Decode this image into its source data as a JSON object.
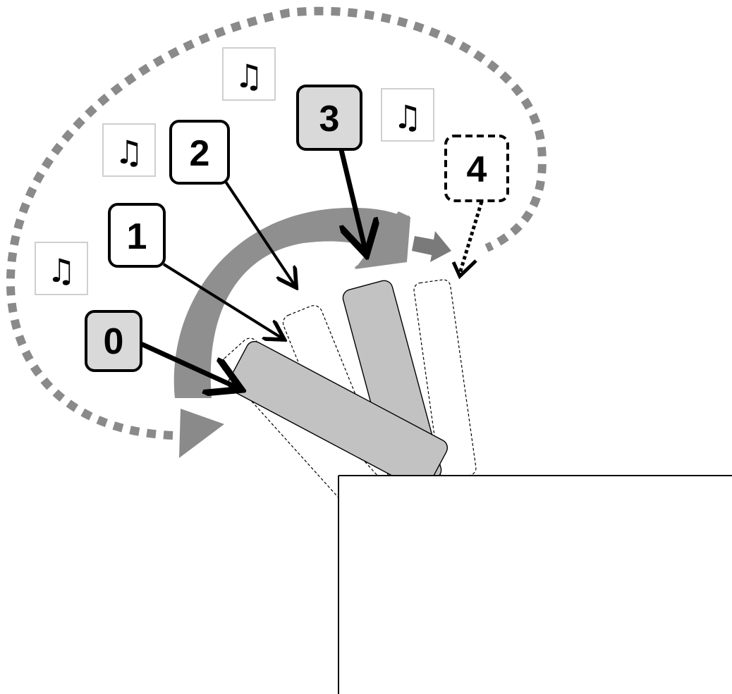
{
  "labels": {
    "step0": "0",
    "step1": "1",
    "step2": "2",
    "step3": "3",
    "step4": "4"
  },
  "icons": {
    "note": "music-note-icon",
    "note_glyph": "♫"
  },
  "colors": {
    "shaded_box": "#d9d9d9",
    "arc": "#8f8f8f",
    "arc_dark": "#7a7a7a",
    "tile": "#c2c2c2",
    "dots": "#8a8a8a",
    "icon_border": "#cfcfcf"
  }
}
